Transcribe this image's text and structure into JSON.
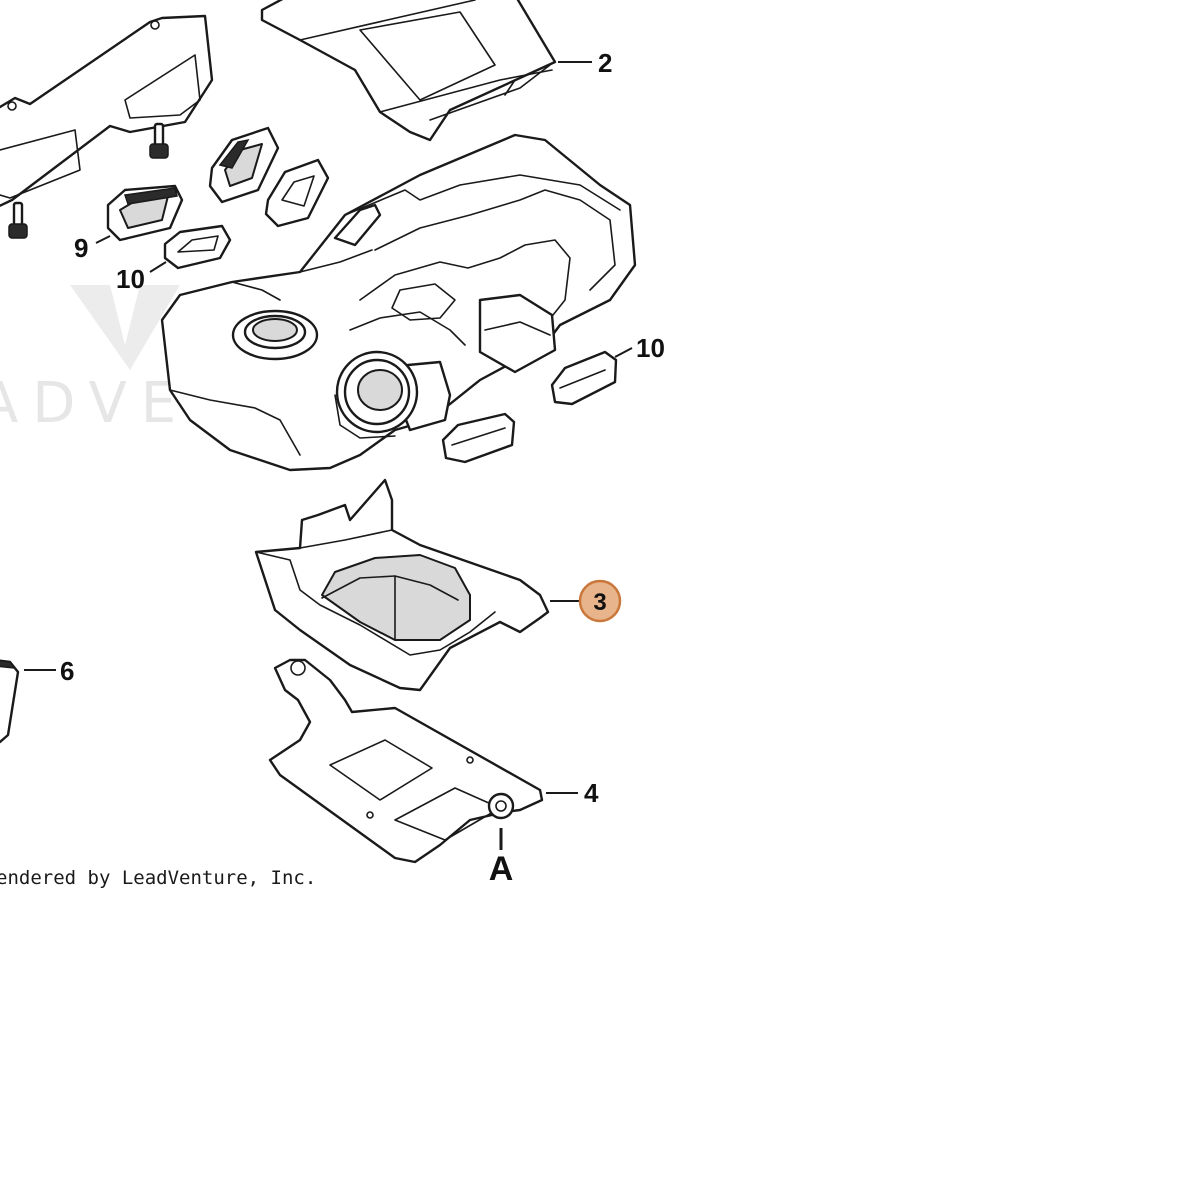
{
  "watermark": {
    "text": "ADVENTURE"
  },
  "callouts": {
    "part_2": "2",
    "part_3": "3",
    "part_4": "4",
    "part_6": "6",
    "part_9": "9",
    "part_10_left": "10",
    "part_10_right": "10",
    "view_a": "A"
  },
  "highlight": {
    "fill": "#e8b48c",
    "stroke": "#c9773a"
  },
  "footer": {
    "copyright": "endered by LeadVenture, Inc."
  }
}
